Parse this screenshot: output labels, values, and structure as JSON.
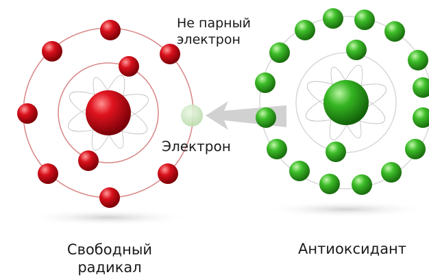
{
  "labels": {
    "unpaired_line1": "Не парный",
    "unpaired_line2": "электрон",
    "electron": "Электрон",
    "free_radical_line1": "Свободный",
    "free_radical_line2": "радикал",
    "antioxidant": "Антиоксидант"
  },
  "colors": {
    "radical": "#c8102e",
    "antioxidant": "#3fb82a",
    "orbit": "#d98a8a",
    "arrow": "#c9c9c9"
  }
}
